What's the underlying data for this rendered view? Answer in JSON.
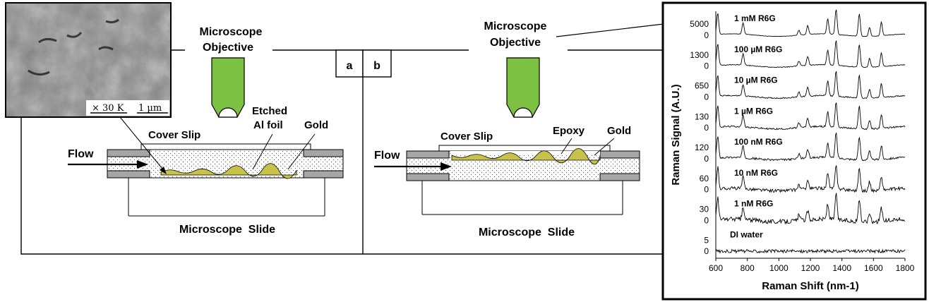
{
  "left_panel": {
    "letter": "a",
    "objective": [
      "Microscope",
      "Objective"
    ],
    "flow": "Flow",
    "cover_slip": "Cover Slip",
    "etched": [
      "Etched",
      "Al foil"
    ],
    "gold": "Gold",
    "slide": "Microscope  Slide",
    "sem_inset": {
      "mag": "× 30 K",
      "scale": "1 µm"
    }
  },
  "right_panel": {
    "letter": "b",
    "objective": [
      "Microscope",
      "Objective"
    ],
    "flow": "Flow",
    "cover_slip": "Cover Slip",
    "epoxy": "Epoxy",
    "gold": "Gold",
    "slide": "Microscope  Slide"
  },
  "colors": {
    "objective": "#7dc142",
    "gold": "#c8c24a",
    "spacer": "#a6a6a6"
  },
  "chart_data": {
    "type": "line",
    "xlabel": "Raman Shift (nm-1)",
    "ylabel": "Raman Signal (A.U.)",
    "xlim": [
      600,
      1800
    ],
    "x_ticks": [
      "600",
      "800",
      "1000",
      "1200",
      "1400",
      "1600",
      "1800"
    ],
    "series": [
      {
        "name": "1 mM R6G",
        "top_tick": "5000",
        "zero_tick": "0",
        "noise": 0.2
      },
      {
        "name": "100 µM R6G",
        "top_tick": "1300",
        "zero_tick": "0",
        "noise": 0.4
      },
      {
        "name": "10 µM R6G",
        "top_tick": "650",
        "zero_tick": "0",
        "noise": 0.6
      },
      {
        "name": "1 µM R6G",
        "top_tick": "130",
        "zero_tick": "0",
        "noise": 0.8
      },
      {
        "name": "100 nM R6G",
        "top_tick": "120",
        "zero_tick": "0",
        "noise": 1.0
      },
      {
        "name": "10 nM R6G",
        "top_tick": "60",
        "zero_tick": "0",
        "noise": 1.6
      },
      {
        "name": "1 nM R6G",
        "top_tick": "30",
        "zero_tick": "0",
        "noise": 2.2
      },
      {
        "name": "DI water",
        "top_tick": "5",
        "zero_tick": "0",
        "noise": 1.6
      }
    ],
    "peaks": [
      612,
      773,
      1127,
      1183,
      1310,
      1363,
      1510,
      1575,
      1650
    ],
    "peak_heights": [
      0.85,
      0.45,
      0.2,
      0.35,
      0.6,
      1.0,
      0.9,
      0.35,
      0.55
    ]
  }
}
